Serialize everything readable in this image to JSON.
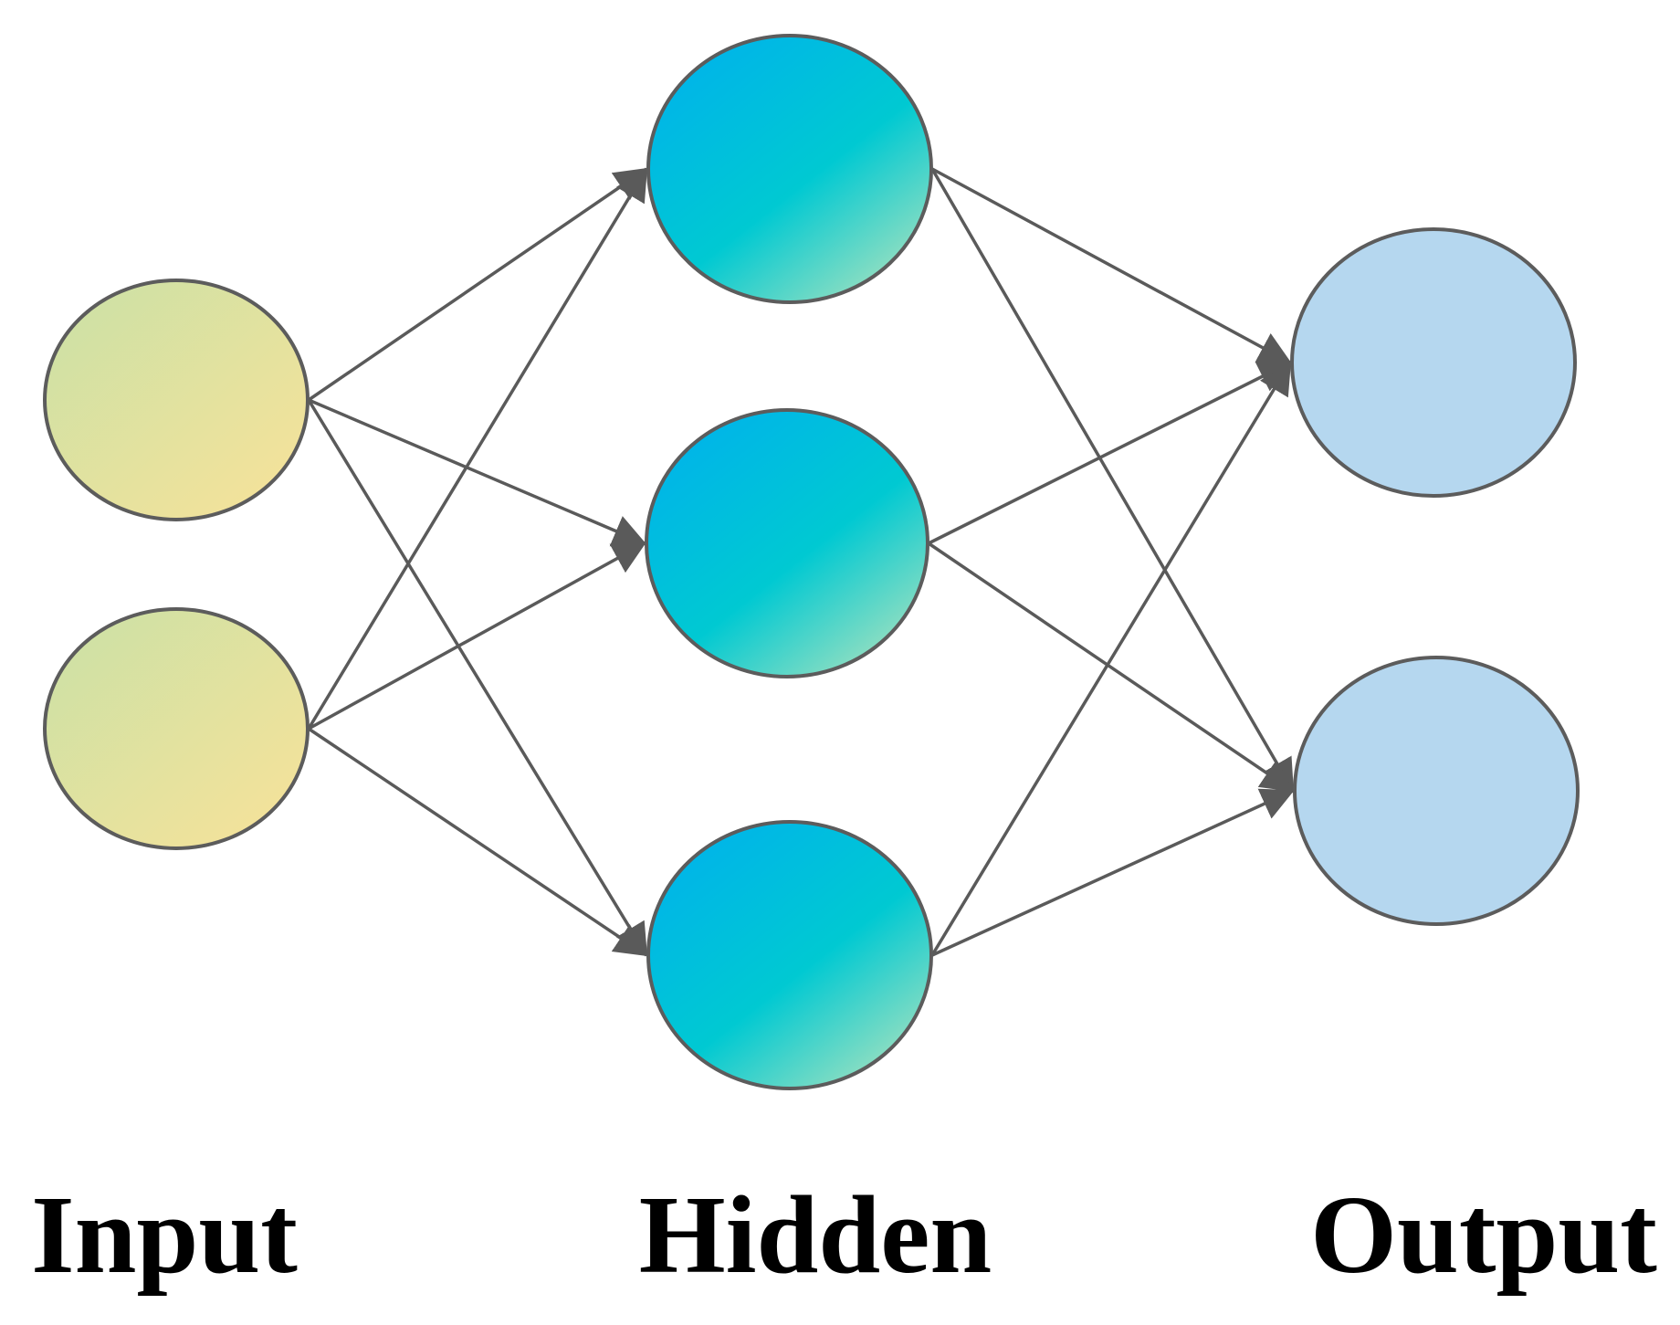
{
  "labels": {
    "input": "Input",
    "hidden": "Hidden",
    "output": "Output"
  },
  "colors": {
    "input_fill_start": "#c9e1a6",
    "input_fill_end": "#f9e299",
    "hidden_fill_start": "#00b5e8",
    "hidden_fill_mid": "#00c9d2",
    "hidden_fill_end": "#9be0c0",
    "output_fill": "#b5d7ef",
    "node_stroke": "#5c5c5c",
    "edge": "#5a5a5a"
  },
  "network": {
    "input_nodes": 2,
    "hidden_nodes": 3,
    "output_nodes": 2,
    "connections": "fully-connected"
  }
}
